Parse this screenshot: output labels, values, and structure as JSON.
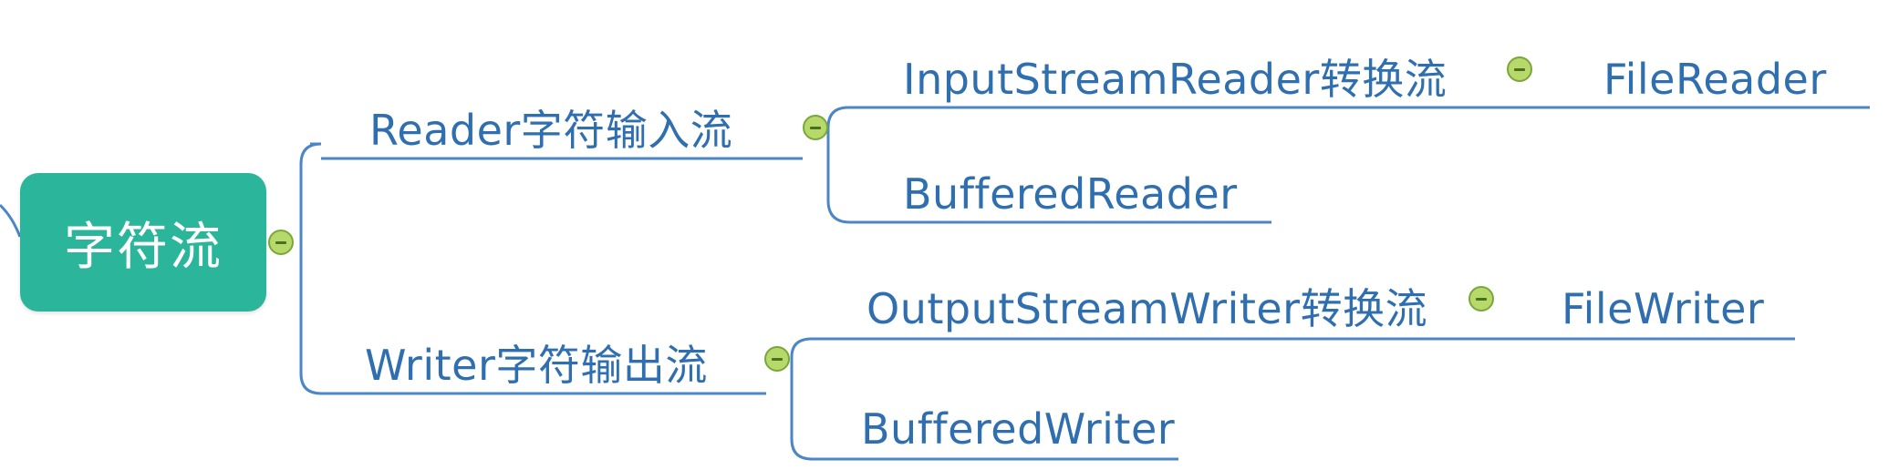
{
  "mindmap": {
    "root": {
      "label": "字符流"
    },
    "branches": [
      {
        "label": "Reader字符输入流",
        "children": [
          {
            "label": "InputStreamReader转换流",
            "children": [
              {
                "label": "FileReader"
              }
            ]
          },
          {
            "label": "BufferedReader"
          }
        ]
      },
      {
        "label": "Writer字符输出流",
        "children": [
          {
            "label": "OutputStreamWriter转换流",
            "children": [
              {
                "label": "FileWriter"
              }
            ]
          },
          {
            "label": "BufferedWriter"
          }
        ]
      }
    ],
    "colors": {
      "root_fill": "#2bb59a",
      "root_text": "#ffffff",
      "branch_text": "#2f6fb0",
      "connector": "#4b86c5",
      "toggle_fill": "#b7d86a",
      "toggle_border": "#79a83a"
    }
  }
}
